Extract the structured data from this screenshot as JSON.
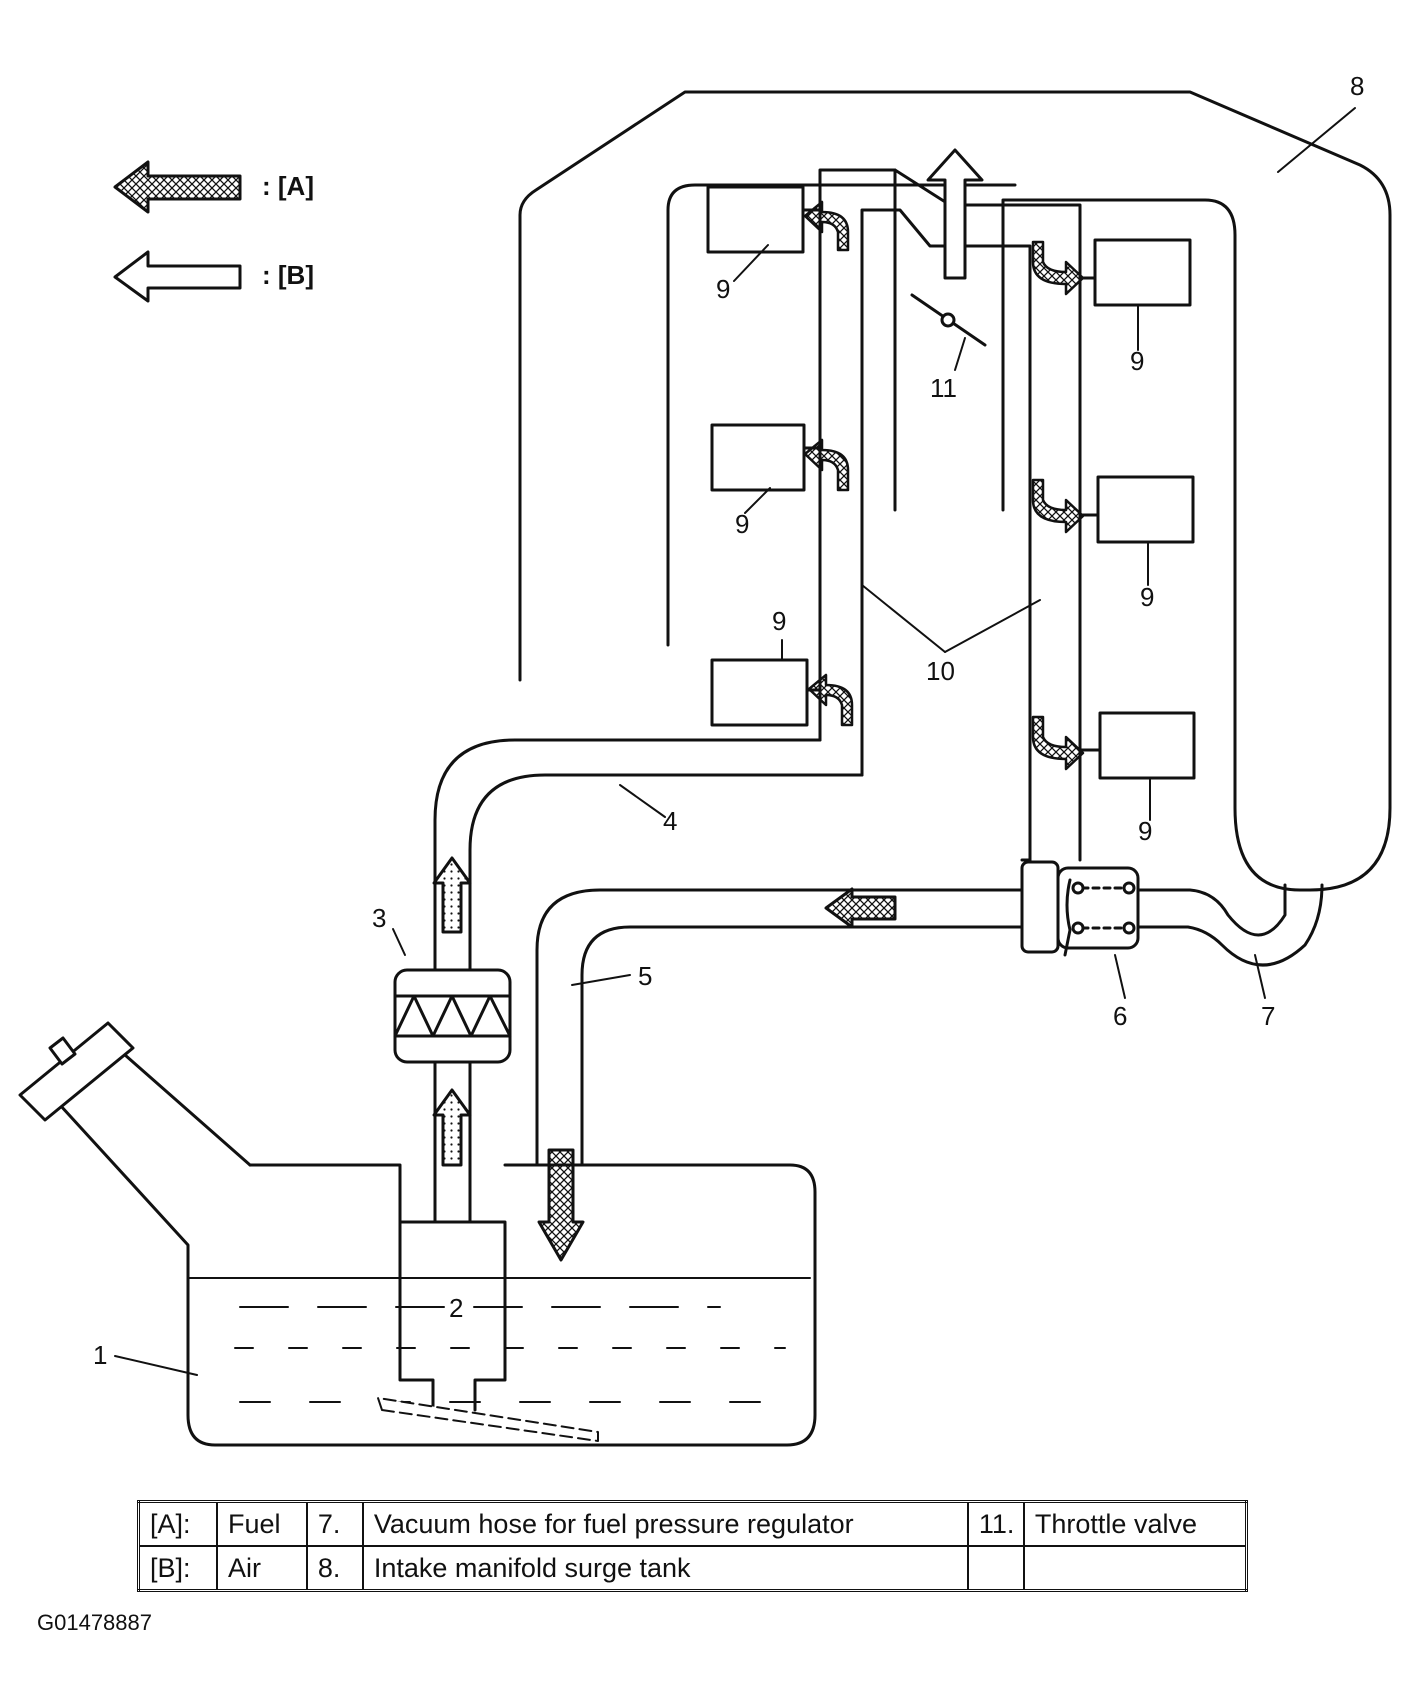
{
  "legend": {
    "fuel_marker": ": [A]",
    "air_marker": ": [B]"
  },
  "callouts": {
    "fuel_tank": "1",
    "fuel_pump": "2",
    "fuel_filter": "3",
    "fuel_feed_line": "4",
    "fuel_return_line": "5",
    "pressure_regulator": "6",
    "vacuum_hose": "7",
    "surge_tank": "8",
    "injector": "9",
    "delivery_pipe": "10",
    "throttle_valve": "11"
  },
  "caption": {
    "rows": [
      [
        "[A]:",
        "Fuel",
        "7.",
        "Vacuum hose for fuel pressure regulator",
        "11.",
        "Throttle valve"
      ],
      [
        "[B]:",
        "Air",
        "8.",
        "Intake manifold surge tank",
        "",
        ""
      ]
    ]
  },
  "figure_id": "G01478887"
}
